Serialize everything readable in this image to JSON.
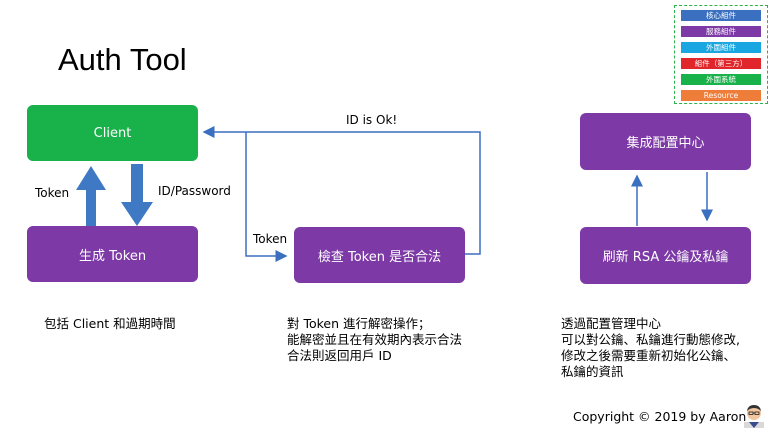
{
  "title": "Auth Tool",
  "legend": [
    {
      "label": "核心組件",
      "color": "#3b6fbf"
    },
    {
      "label": "服務組件",
      "color": "#7d3aa6"
    },
    {
      "label": "外圍組件",
      "color": "#1aa6e0"
    },
    {
      "label": "組件（第三方）",
      "color": "#e0262a"
    },
    {
      "label": "外圍系統",
      "color": "#19b14a"
    },
    {
      "label": "Resource",
      "color": "#ee7d3a"
    }
  ],
  "nodes": {
    "client": "Client",
    "generate_token": "生成 Token",
    "check_token": "檢查 Token 是否合法",
    "config_center": "集成配置中心",
    "refresh_rsa": "刷新 RSA 公鑰及私鑰"
  },
  "edge_labels": {
    "token_up": "Token",
    "id_password_down": "ID/Password",
    "id_ok": "ID is Ok!",
    "token_to_check": "Token"
  },
  "notes": {
    "left": "包括 Client 和過期時間",
    "middle": "對 Token 進行解密操作；\n能解密並且在有效期內表示合法\n合法則返回用戶 ID",
    "right": "透過配置管理中心\n可以對公鑰、私鑰進行動態修改,\n修改之後需要重新初始化公鑰、\n私鑰的資訊"
  },
  "copyright": "Copyright © 2019 by Aaron"
}
